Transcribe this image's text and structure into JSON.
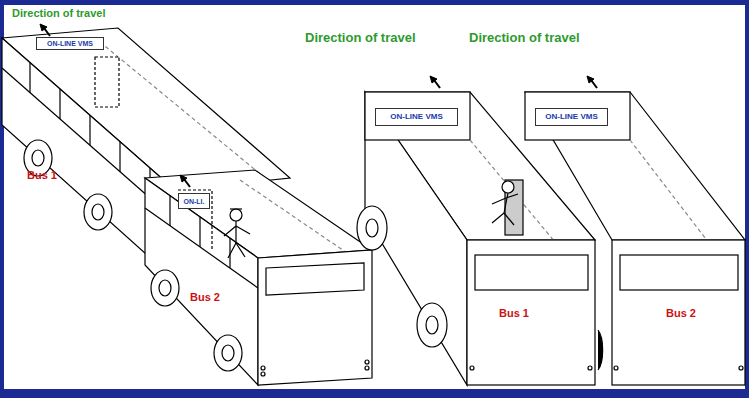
{
  "diagram": {
    "nodes": [
      {
        "text": [
          "ON-LINE VMS"
        ]
      },
      {
        "text": [
          "ON-LI."
        ]
      },
      {
        "text": [
          "ON-LINE VMS"
        ]
      },
      {
        "text": [
          "ON-LINE VMS"
        ]
      }
    ],
    "labels": [
      "Direction of travel",
      "Direction of travel",
      "Direction of travel",
      "Bus 1",
      "Bus 2",
      "Bus 1",
      "Bus 2"
    ]
  }
}
